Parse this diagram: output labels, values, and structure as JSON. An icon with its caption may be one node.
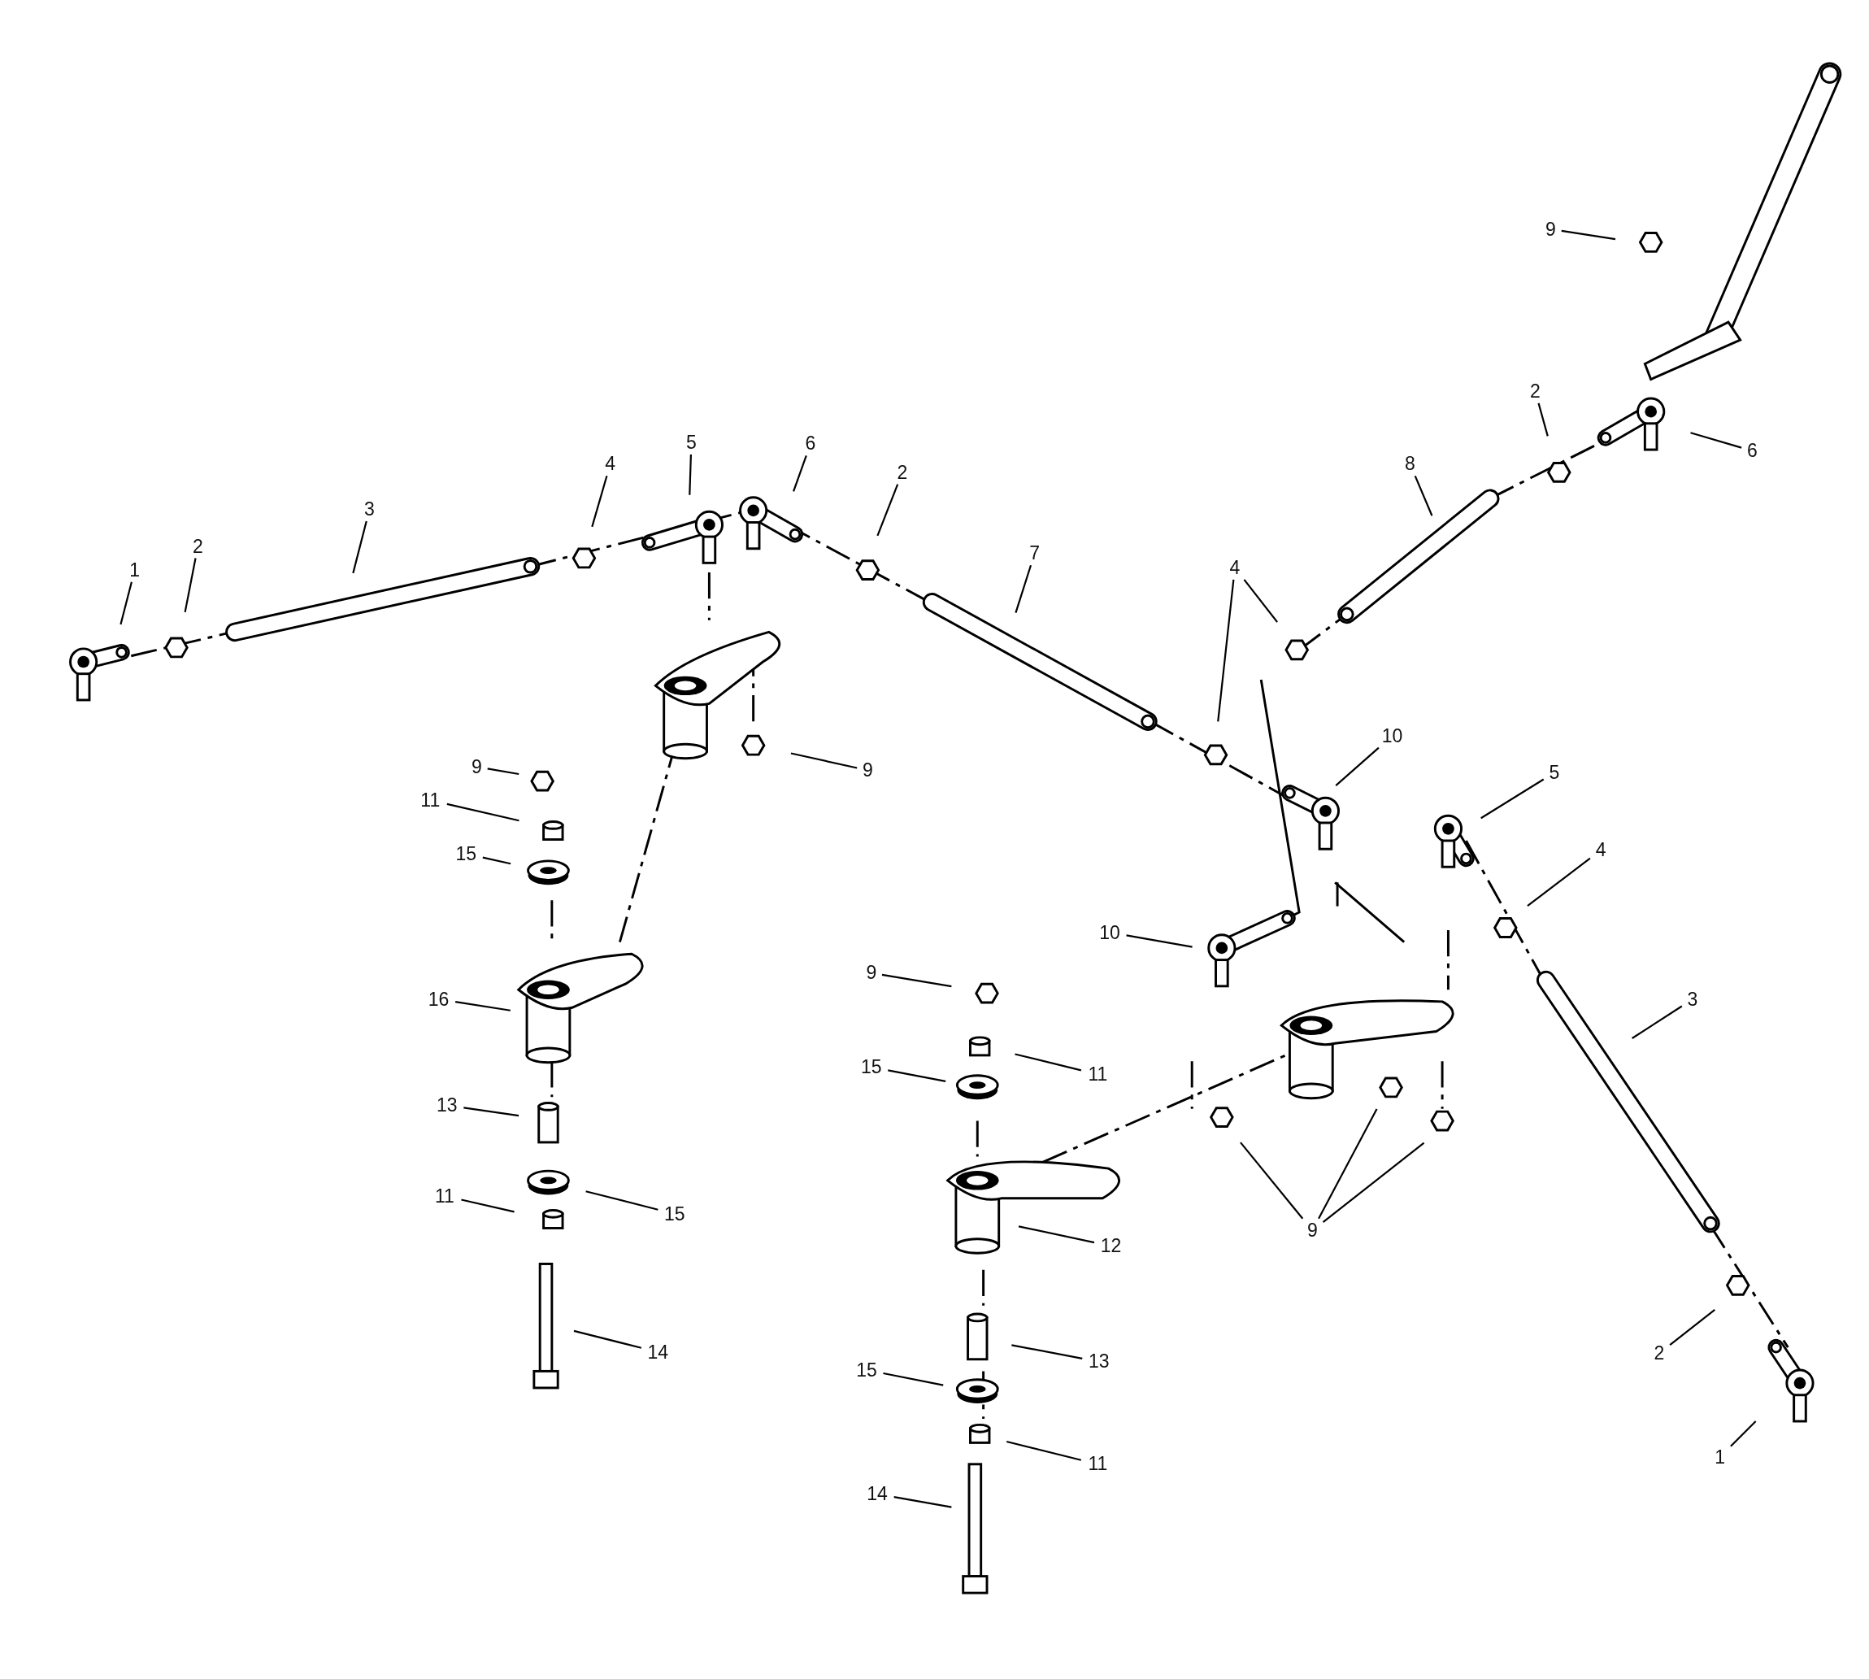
{
  "diagram": {
    "nodes": [
      {
        "text": [
          "9"
        ]
      },
      {
        "text": [
          "2"
        ]
      },
      {
        "text": [
          "6"
        ]
      },
      {
        "text": [
          "5"
        ]
      },
      {
        "text": [
          "6"
        ]
      },
      {
        "text": [
          "4"
        ]
      },
      {
        "text": [
          "8"
        ]
      },
      {
        "text": [
          "2"
        ]
      },
      {
        "text": [
          "3"
        ]
      },
      {
        "text": [
          "2"
        ]
      },
      {
        "text": [
          "7"
        ]
      },
      {
        "text": [
          "4"
        ]
      },
      {
        "text": [
          "1"
        ]
      },
      {
        "text": [
          "10"
        ]
      },
      {
        "text": [
          "9"
        ]
      },
      {
        "text": [
          "9"
        ]
      },
      {
        "text": [
          "5"
        ]
      },
      {
        "text": [
          "11"
        ]
      },
      {
        "text": [
          "4"
        ]
      },
      {
        "text": [
          "15"
        ]
      },
      {
        "text": [
          "10"
        ]
      },
      {
        "text": [
          "9"
        ]
      },
      {
        "text": [
          "16"
        ]
      },
      {
        "text": [
          "3"
        ]
      },
      {
        "text": [
          "15"
        ]
      },
      {
        "text": [
          "11"
        ]
      },
      {
        "text": [
          "13"
        ]
      },
      {
        "text": [
          "11"
        ]
      },
      {
        "text": [
          "15"
        ]
      },
      {
        "text": [
          "9"
        ]
      },
      {
        "text": [
          "12"
        ]
      },
      {
        "text": [
          "2"
        ]
      },
      {
        "text": [
          "14"
        ]
      },
      {
        "text": [
          "13"
        ]
      },
      {
        "text": [
          "15"
        ]
      },
      {
        "text": [
          "1"
        ]
      },
      {
        "text": [
          "11"
        ]
      },
      {
        "text": [
          "14"
        ]
      }
    ],
    "edges": [
      {
        "from": 0,
        "to": null,
        "arrow": "none"
      },
      {
        "from": 1,
        "to": null,
        "arrow": "none"
      },
      {
        "from": 2,
        "to": null,
        "arrow": "none"
      },
      {
        "from": 3,
        "to": null,
        "arrow": "none"
      },
      {
        "from": 4,
        "to": null,
        "arrow": "none"
      },
      {
        "from": 5,
        "to": null,
        "arrow": "none"
      },
      {
        "from": 6,
        "to": null,
        "arrow": "none"
      },
      {
        "from": 7,
        "to": null,
        "arrow": "none"
      },
      {
        "from": 8,
        "to": null,
        "arrow": "none"
      },
      {
        "from": 9,
        "to": null,
        "arrow": "none"
      },
      {
        "from": 10,
        "to": null,
        "arrow": "none"
      },
      {
        "from": 11,
        "to": null,
        "arrow": "none"
      },
      {
        "from": 11,
        "to": null,
        "arrow": "none"
      },
      {
        "from": 12,
        "to": null,
        "arrow": "none"
      },
      {
        "from": 13,
        "to": null,
        "arrow": "none"
      },
      {
        "from": 14,
        "to": null,
        "arrow": "none"
      },
      {
        "from": 15,
        "to": null,
        "arrow": "none"
      },
      {
        "from": 16,
        "to": null,
        "arrow": "none"
      },
      {
        "from": 17,
        "to": null,
        "arrow": "none"
      },
      {
        "from": 18,
        "to": null,
        "arrow": "none"
      },
      {
        "from": 19,
        "to": null,
        "arrow": "none"
      },
      {
        "from": 20,
        "to": null,
        "arrow": "none"
      },
      {
        "from": 21,
        "to": null,
        "arrow": "none"
      },
      {
        "from": 22,
        "to": null,
        "arrow": "none"
      },
      {
        "from": 23,
        "to": null,
        "arrow": "none"
      },
      {
        "from": 24,
        "to": null,
        "arrow": "none"
      },
      {
        "from": 25,
        "to": null,
        "arrow": "none"
      },
      {
        "from": 26,
        "to": null,
        "arrow": "none"
      },
      {
        "from": 27,
        "to": null,
        "arrow": "none"
      },
      {
        "from": 28,
        "to": null,
        "arrow": "none"
      },
      {
        "from": 29,
        "to": null,
        "arrow": "none"
      },
      {
        "from": 29,
        "to": null,
        "arrow": "none"
      },
      {
        "from": 29,
        "to": null,
        "arrow": "none"
      },
      {
        "from": 30,
        "to": null,
        "arrow": "none"
      },
      {
        "from": 31,
        "to": null,
        "arrow": "none"
      },
      {
        "from": 32,
        "to": null,
        "arrow": "none"
      },
      {
        "from": 33,
        "to": null,
        "arrow": "none"
      },
      {
        "from": 34,
        "to": null,
        "arrow": "none"
      },
      {
        "from": 35,
        "to": null,
        "arrow": "none"
      },
      {
        "from": 36,
        "to": null,
        "arrow": "none"
      },
      {
        "from": 37,
        "to": null,
        "arrow": "none"
      }
    ]
  }
}
